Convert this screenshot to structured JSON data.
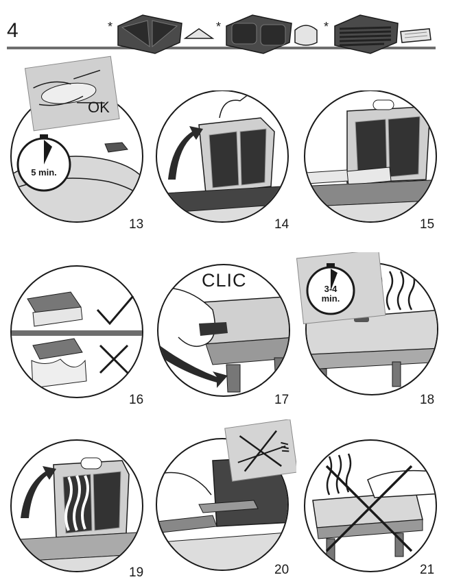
{
  "section": {
    "number": "4"
  },
  "header": {
    "asterisk": "*",
    "plates": [
      {
        "name": "triangle-plate",
        "sandwich": "triangle-sandwich"
      },
      {
        "name": "shell-plate",
        "sandwich": "shell-sandwich"
      },
      {
        "name": "grill-plate",
        "sandwich": "grilled-sandwich"
      }
    ]
  },
  "steps": [
    {
      "number": "13",
      "timer_label": "5 min.",
      "badge_text": "OK"
    },
    {
      "number": "14"
    },
    {
      "number": "15"
    },
    {
      "number": "16"
    },
    {
      "number": "17",
      "caption": "CLIC"
    },
    {
      "number": "18",
      "timer_label_line1": "3-4",
      "timer_label_line2": "min."
    },
    {
      "number": "19"
    },
    {
      "number": "20"
    },
    {
      "number": "21"
    }
  ],
  "colors": {
    "line": "#1a1a1a",
    "plate": "#3a3a3a",
    "gray": "#9a9a9a",
    "light": "#e2e2e2",
    "rule": "#6e6e6e"
  }
}
